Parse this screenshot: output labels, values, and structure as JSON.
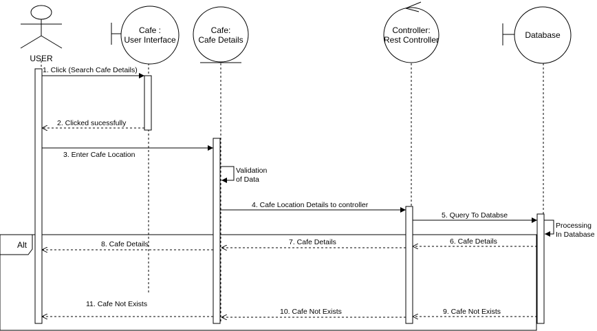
{
  "participants": [
    {
      "id": "user",
      "type": "actor",
      "lines": [
        "USER"
      ]
    },
    {
      "id": "ui",
      "type": "boundary",
      "lines": [
        "Cafe :",
        "User Interface"
      ]
    },
    {
      "id": "details",
      "type": "entity",
      "lines": [
        "Cafe:",
        "Cafe Details"
      ]
    },
    {
      "id": "controller",
      "type": "control",
      "lines": [
        "Controller:",
        "Rest Controller"
      ]
    },
    {
      "id": "db",
      "type": "boundary",
      "lines": [
        "Database"
      ]
    }
  ],
  "messages": [
    {
      "label": "1. Click (Search Cafe Details)",
      "from": "user",
      "to": "ui",
      "style": "solid"
    },
    {
      "label": "2. Clicked sucessfully",
      "from": "ui",
      "to": "user",
      "style": "dashed"
    },
    {
      "label": "3. Enter Cafe Location",
      "from": "user",
      "to": "details",
      "style": "solid"
    },
    {
      "label": "4. Cafe Location Details to controller",
      "from": "details",
      "to": "controller",
      "style": "solid"
    },
    {
      "label": "5. Query To Databse",
      "from": "controller",
      "to": "db",
      "style": "solid"
    },
    {
      "label": "6. Cafe Details",
      "from": "db",
      "to": "controller",
      "style": "dashed"
    },
    {
      "label": "7. Cafe Details",
      "from": "controller",
      "to": "details",
      "style": "dashed"
    },
    {
      "label": "8. Cafe Details",
      "from": "details",
      "to": "user",
      "style": "dashed"
    },
    {
      "label": "9. Cafe Not Exists",
      "from": "db",
      "to": "controller",
      "style": "dashed"
    },
    {
      "label": "10. Cafe Not Exists",
      "from": "controller",
      "to": "details",
      "style": "dashed"
    },
    {
      "label": "11. Cafe Not Exists",
      "from": "details",
      "to": "user",
      "style": "dashed"
    }
  ],
  "self_messages": [
    {
      "lines": [
        "Validation",
        "of Data"
      ],
      "on": "details"
    },
    {
      "lines": [
        "Processing",
        "In Database"
      ],
      "on": "db"
    }
  ],
  "fragment": {
    "label": "Alt"
  }
}
